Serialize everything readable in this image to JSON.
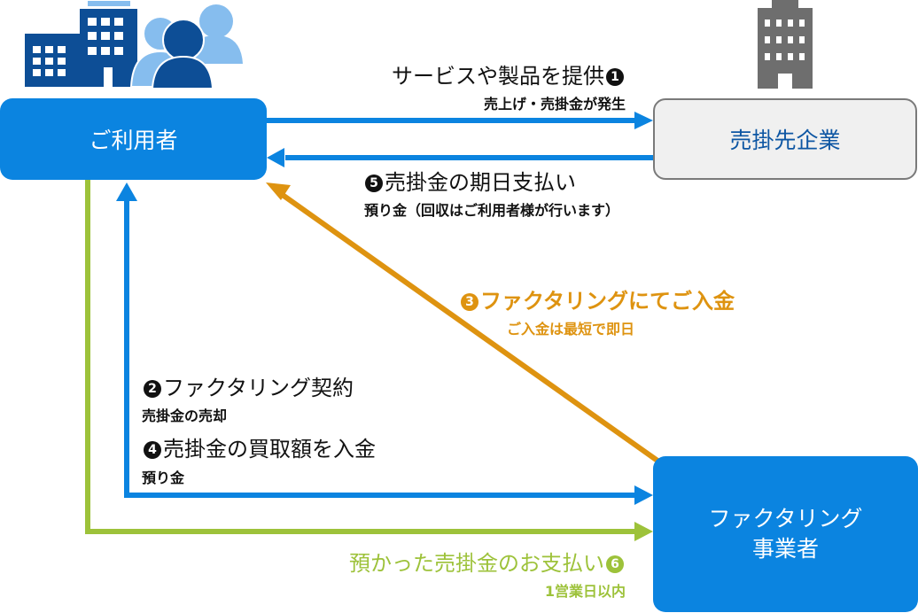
{
  "nodes": {
    "user": "ご利用者",
    "client": "売掛先企業",
    "factor_line1": "ファクタリング",
    "factor_line2": "事業者"
  },
  "steps": [
    {
      "num": "1",
      "title": "サービスや製品を提供",
      "sub": "売上げ・売掛金が発生"
    },
    {
      "num": "2",
      "title": "ファクタリング契約",
      "sub": "売掛金の売却"
    },
    {
      "num": "3",
      "title": "ファクタリングにてご入金",
      "sub": "ご入金は最短で即日"
    },
    {
      "num": "4",
      "title": "売掛金の買取額を入金",
      "sub": "預り金"
    },
    {
      "num": "5",
      "title": "売掛金の期日支払い",
      "sub": "預り金（回収はご利用者様が行います）"
    },
    {
      "num": "6",
      "title": "預かった売掛金のお支払い",
      "sub": "1営業日以内"
    }
  ],
  "colors": {
    "blue": "#0b84e0",
    "orange": "#de9310",
    "green": "#9dc23a",
    "navy": "#0d4e96",
    "lightblue": "#86bdee",
    "gray": "#6e6e6e"
  },
  "icons": {
    "user": "office-building-with-people-icon",
    "client": "office-building-icon"
  }
}
